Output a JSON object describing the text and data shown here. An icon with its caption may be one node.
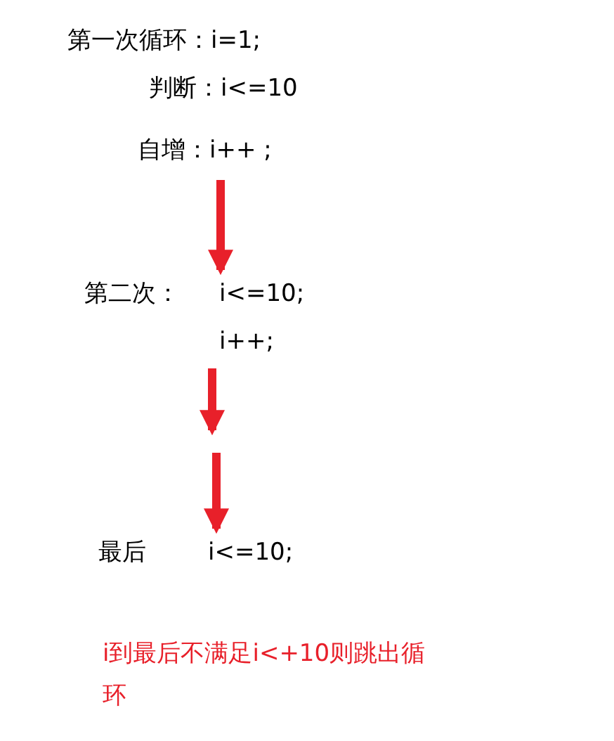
{
  "diagram": {
    "nodes": [
      {
        "text": [
          "第一次循环：i=1;",
          "判断：i<=10",
          "自增：i++ ;"
        ]
      },
      {
        "text": [
          "第二次：",
          "i<=10;",
          "i++;"
        ]
      },
      {
        "text": [
          "最后",
          "i<=10;"
        ]
      }
    ],
    "edges": [
      {
        "from": 0,
        "to": 1,
        "arrow": "to"
      },
      {
        "from": 1,
        "to": null,
        "arrow": "to"
      },
      {
        "from": null,
        "to": 2,
        "arrow": "to"
      }
    ],
    "labels": [
      "i到最后不满足i<+10则跳出循环"
    ]
  }
}
